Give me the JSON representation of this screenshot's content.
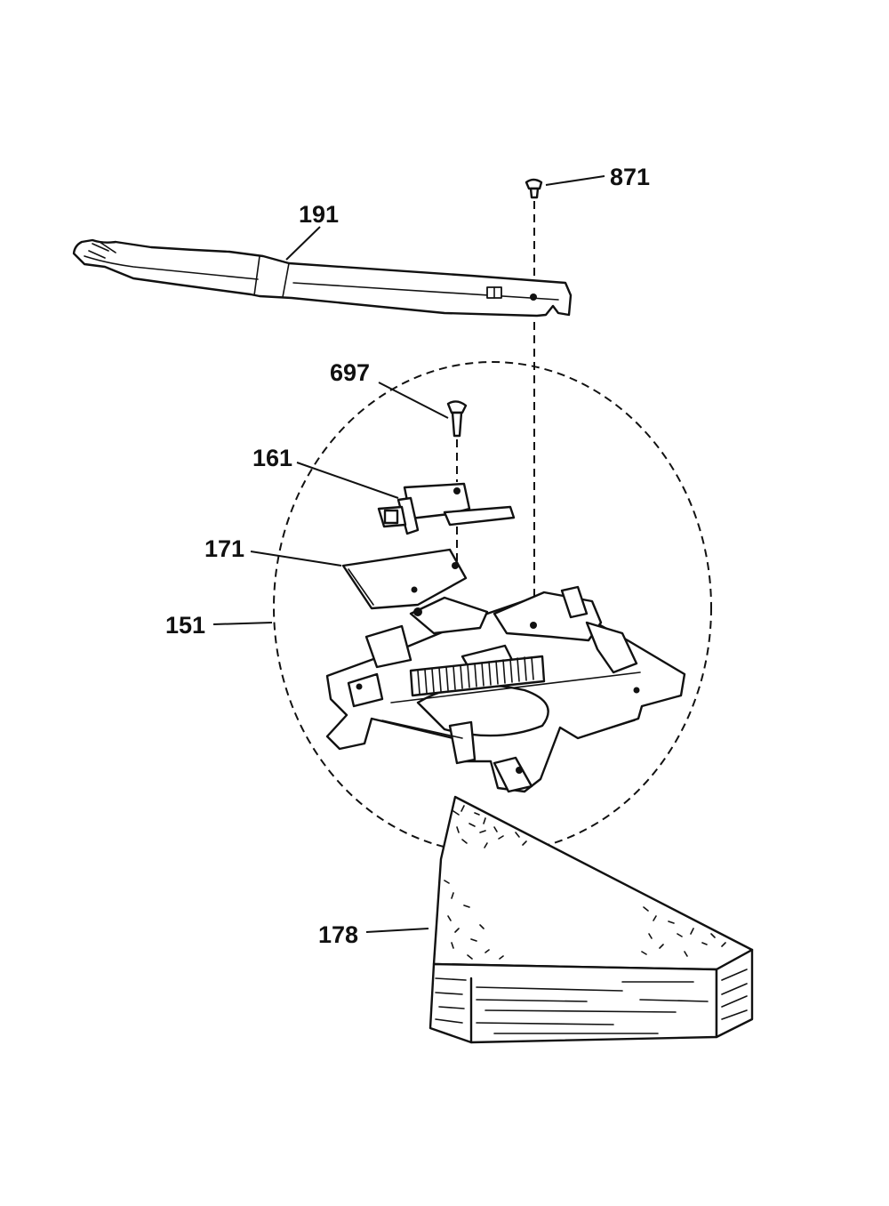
{
  "callouts": {
    "c871": "871",
    "c191": "191",
    "c697": "697",
    "c161": "161",
    "c171": "171",
    "c151": "151",
    "c178": "178"
  },
  "icons": {
    "screw_871": "screw-icon",
    "screw_697": "screw-icon",
    "latch_handle": "latch-handle-icon",
    "switch": "microswitch-icon",
    "shield": "shield-plate-icon",
    "latch_assembly": "latch-assembly-icon",
    "insulation": "insulation-block-icon"
  }
}
